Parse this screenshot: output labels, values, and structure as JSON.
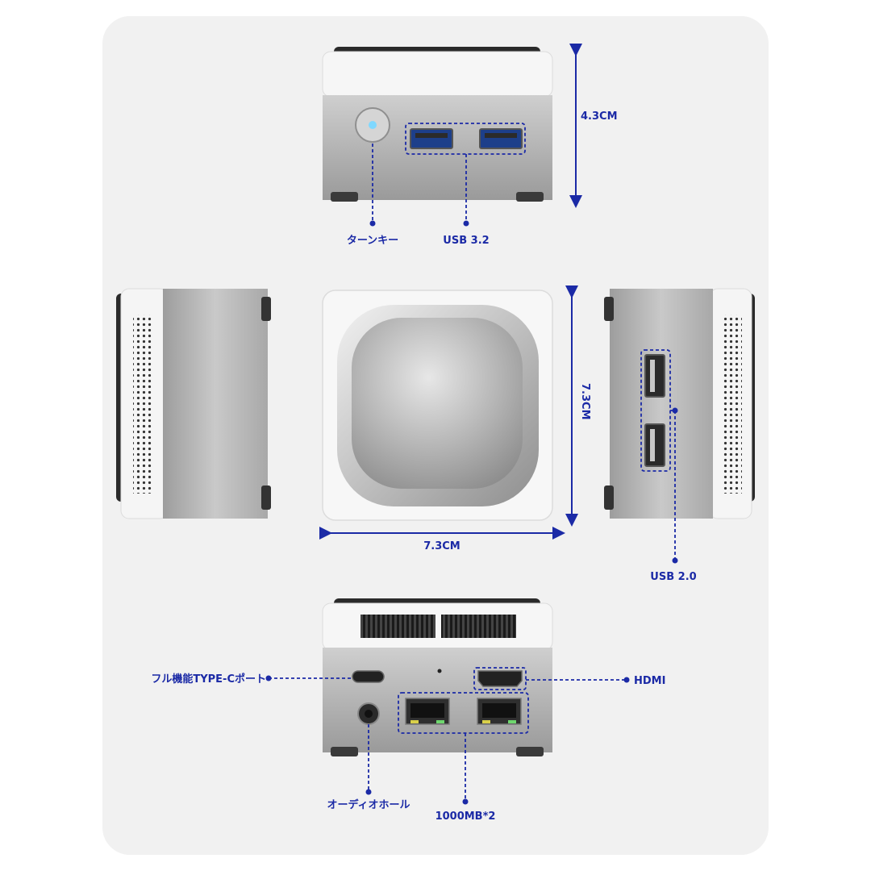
{
  "dimensions": {
    "height": "4.3CM",
    "depth": "7.3CM",
    "width": "7.3CM"
  },
  "ports": {
    "power": "ターンキー",
    "usb32": "USB 3.2",
    "usb20": "USB 2.0",
    "typec": "フル機能TYPE-Cポート",
    "hdmi": "HDMI",
    "audio": "オーディオホール",
    "lan": "1000MB*2"
  },
  "colors": {
    "accent": "#1b2aa6",
    "panel": "#f1f1f1",
    "white_shell": "#f4f4f4",
    "metal": "#b9b9b9"
  }
}
